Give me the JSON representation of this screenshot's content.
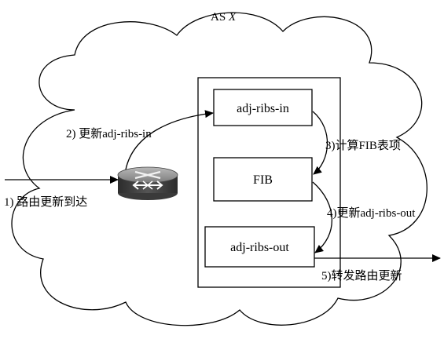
{
  "title": {
    "prefix": "AS ",
    "name": "X"
  },
  "boxes": {
    "in": "adj-ribs-in",
    "fib": "FIB",
    "out": "adj-ribs-out"
  },
  "steps": {
    "s1": "1) 路由更新到达",
    "s2": "2) 更新adj-ribs-in",
    "s3": "3)计算FIB表项",
    "s4": "4)更新adj-ribs-out",
    "s5": "5)转发路由更新"
  },
  "icons": {
    "router": "router-icon"
  }
}
